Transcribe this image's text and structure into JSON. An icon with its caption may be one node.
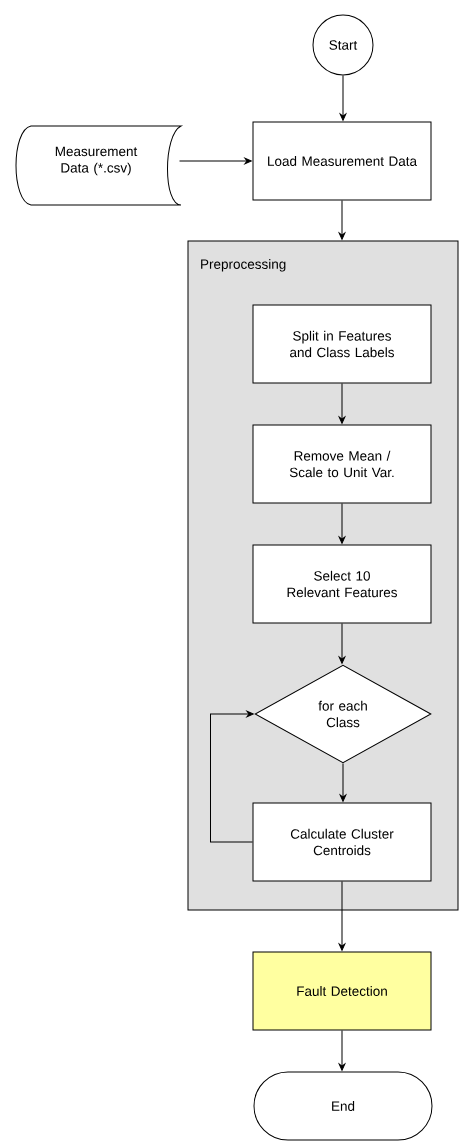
{
  "diagram": {
    "nodes": [
      {
        "text": [
          "Start"
        ]
      },
      {
        "text": [
          "Measurement Data (*.csv)"
        ]
      },
      {
        "text": [
          "Load Measurement Data"
        ]
      },
      {
        "text": [
          "Preprocessing"
        ]
      },
      {
        "text": [
          "Split in Features and Class Labels"
        ],
        "in": 3
      },
      {
        "text": [
          "Remove Mean / Scale to Unit Var."
        ],
        "in": 3
      },
      {
        "text": [
          "Select 10 Relevant Features"
        ],
        "in": 3
      },
      {
        "text": [
          "for each Class"
        ],
        "in": 3
      },
      {
        "text": [
          "Calculate Cluster Centroids"
        ],
        "in": 3
      },
      {
        "text": [
          "Fault Detection"
        ]
      },
      {
        "text": [
          "End"
        ]
      }
    ],
    "edges": [
      {
        "from": 0,
        "to": 2,
        "arrow": "to"
      },
      {
        "from": 1,
        "to": 2,
        "arrow": "to"
      },
      {
        "from": 2,
        "to": 3,
        "arrow": "to"
      },
      {
        "from": 4,
        "to": 5,
        "arrow": "to"
      },
      {
        "from": 5,
        "to": 6,
        "arrow": "to"
      },
      {
        "from": 6,
        "to": 7,
        "arrow": "to"
      },
      {
        "from": 7,
        "to": 8,
        "arrow": "to"
      },
      {
        "from": 8,
        "to": 7,
        "arrow": "to"
      },
      {
        "from": 8,
        "to": 9,
        "arrow": "to"
      },
      {
        "from": 9,
        "to": 10,
        "arrow": "to"
      }
    ]
  }
}
